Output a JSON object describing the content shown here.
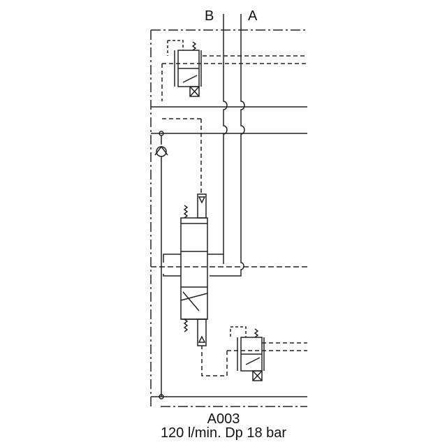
{
  "diagram": {
    "type": "hydraulic-schematic",
    "ports": {
      "b_label": "B",
      "a_label": "A"
    },
    "caption": {
      "code": "A003",
      "spec": "120 l/min. Dp 18 bar"
    },
    "components": [
      "pilot-operated-valve-top",
      "check-valve-left",
      "directional-spool-valve-center",
      "pilot-operated-valve-bottom"
    ],
    "colors": {
      "line": "#222222",
      "background": "#ffffff"
    }
  }
}
